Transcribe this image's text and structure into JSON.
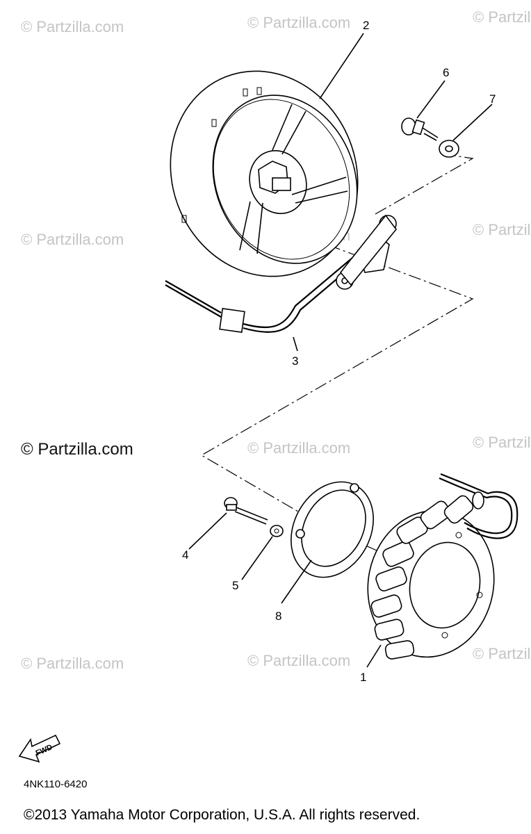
{
  "watermark": "© Partzilla.com",
  "callouts": [
    "1",
    "2",
    "3",
    "4",
    "5",
    "6",
    "7",
    "8"
  ],
  "fwd_label": "FWD",
  "diagram_code": "4NK110-6420",
  "copyright": "©2013 Yamaha Motor Corporation, U.S.A. All rights reserved."
}
